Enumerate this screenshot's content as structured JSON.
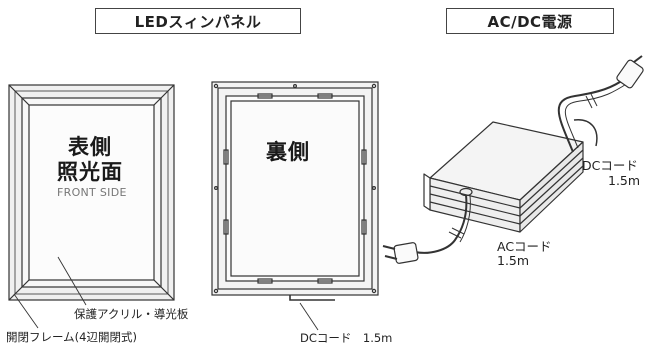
{
  "header": {
    "led_title": "LEDスィンパネル",
    "acdc_title": "AC/DC電源"
  },
  "front_panel": {
    "line1": "表側",
    "line2": "照光面",
    "subtitle": "FRONT SIDE",
    "callout_acrylic": "保護アクリル・導光板",
    "callout_frame": "開閉フレーム(4辺開閉式)"
  },
  "back_panel": {
    "title": "裏側",
    "callout_dc": "DCコード　1.5m"
  },
  "power_supply": {
    "dc_cord_label": "DCコード",
    "dc_cord_length": "1.5m",
    "ac_cord_label": "ACコード",
    "ac_cord_length": "1.5m"
  },
  "colors": {
    "line": "#333333",
    "frame_fill": "#f2f2f2",
    "light_fill": "#fafafa"
  }
}
